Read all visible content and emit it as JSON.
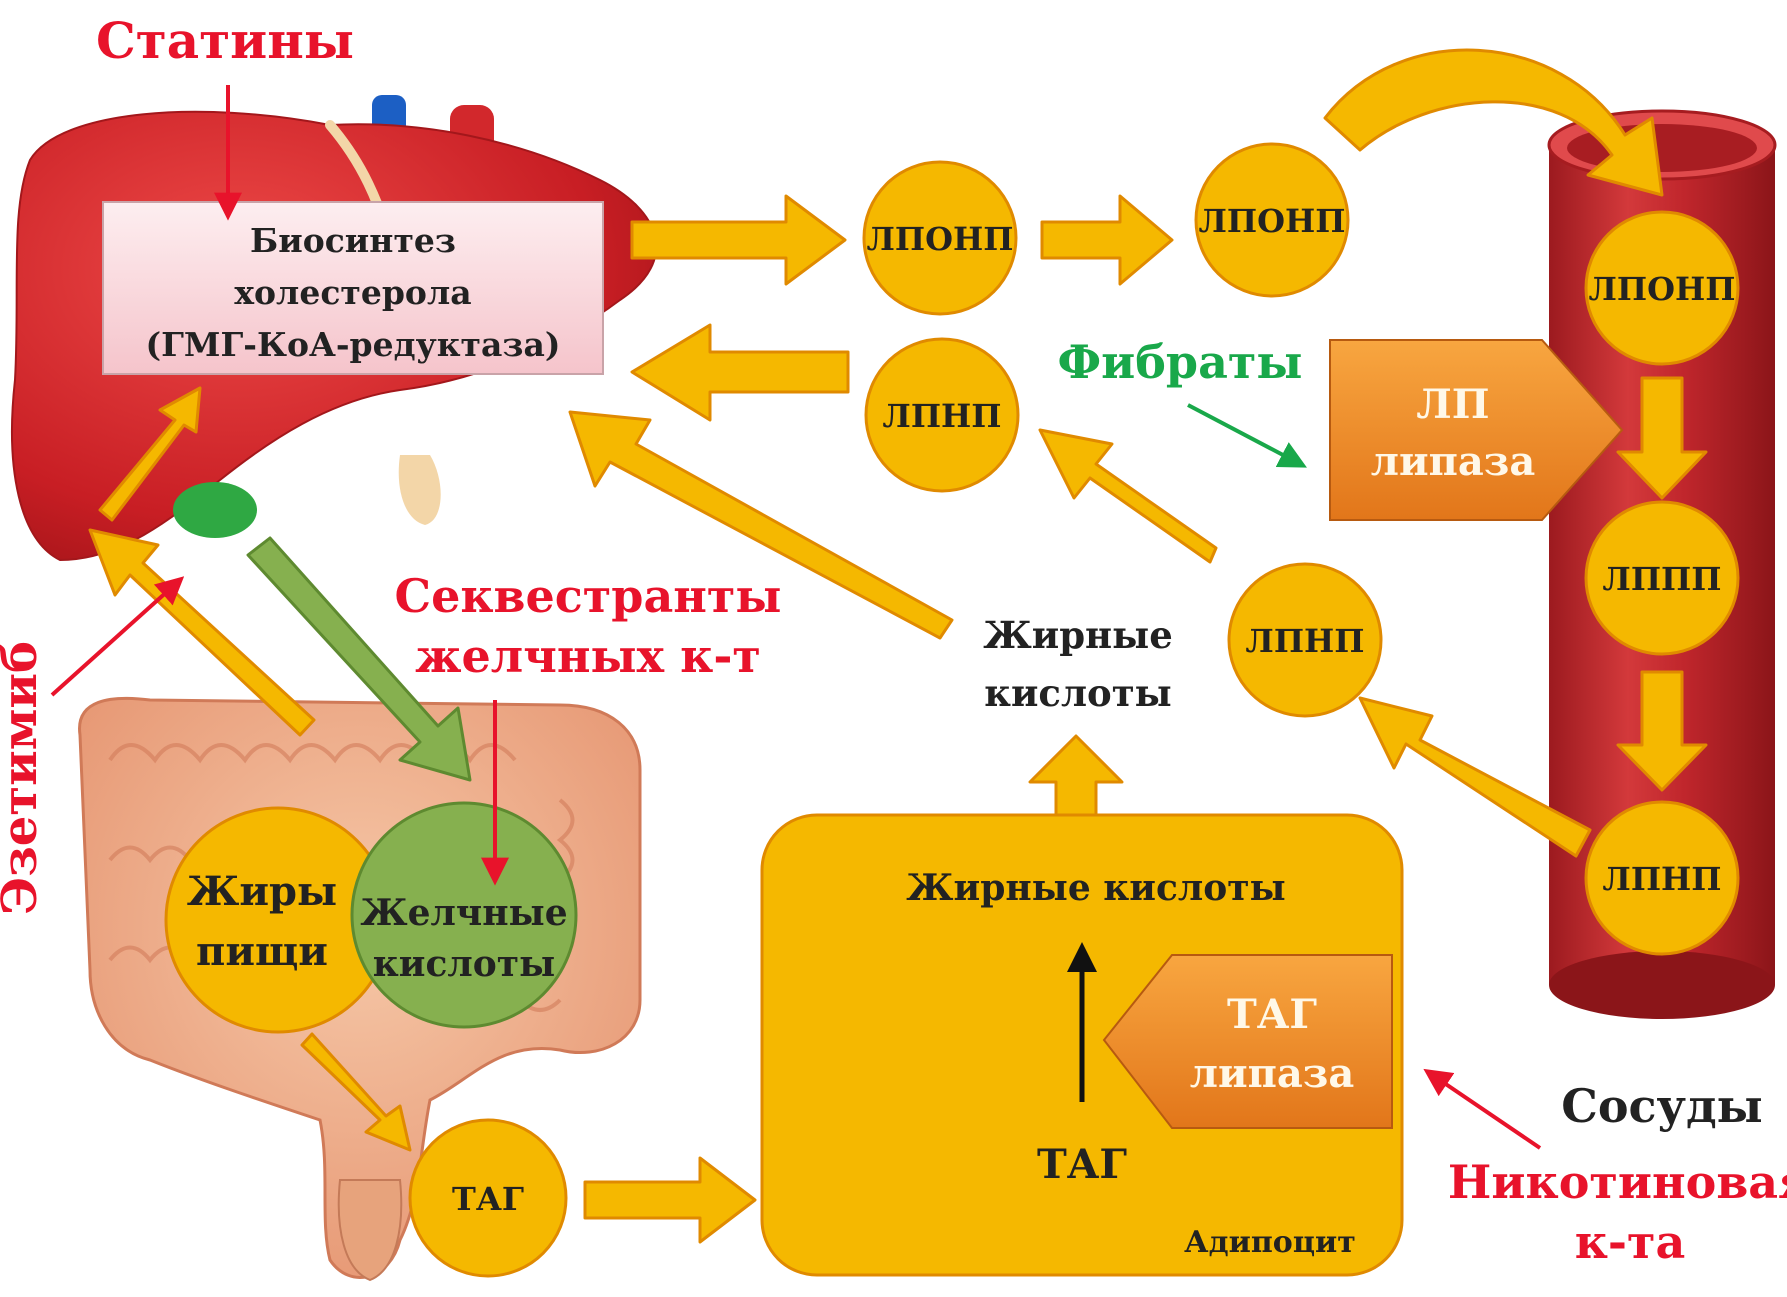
{
  "drugs": {
    "statins": "Статины",
    "fibrates": "Фибраты",
    "sequestrants_line1": "Секвестранты",
    "sequestrants_line2": "желчных к-т",
    "ezetimibe": "Эзетимиб",
    "nicotinic_line1": "Никотиновая",
    "nicotinic_line2": "к-та"
  },
  "liver": {
    "box_line1": "Биосинтез",
    "box_line2": "холестерола",
    "box_line3": "(ГМГ-КоА-редуктаза)"
  },
  "lipoproteins": {
    "vldl": "ЛПОНП",
    "ldl": "ЛПНП",
    "idl": "ЛППП"
  },
  "lp_lipase": {
    "line1": "ЛП",
    "line2": "липаза"
  },
  "intestine": {
    "fats_line1": "Жиры",
    "fats_line2": "пищи",
    "bile_line1": "Желчные",
    "bile_line2": "кислоты",
    "tag": "ТАГ"
  },
  "free_fatty_acids": {
    "line1": "Жирные",
    "line2": "кислоты"
  },
  "adipocyte": {
    "fatty_acids": "Жирные кислоты",
    "tag": "ТАГ",
    "lipase_line1": "ТАГ",
    "lipase_line2": "липаза",
    "label": "Адипоцит"
  },
  "vessels_label": "Сосуды",
  "colors": {
    "orange": "#f5b800",
    "orange_stroke": "#e08a00",
    "red": "#e8132b",
    "green": "#19a84a",
    "bile_green": "#86b04f",
    "liver": "#d52a2a",
    "vessel": "#c0262c"
  }
}
